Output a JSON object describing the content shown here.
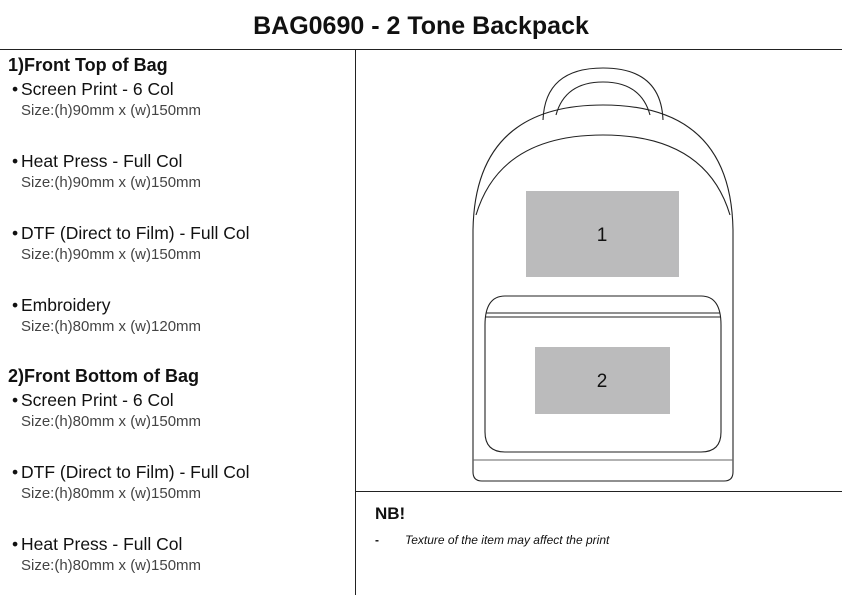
{
  "title": "BAG0690 - 2 Tone Backpack",
  "sections": [
    {
      "heading": "1)Front Top of Bag",
      "items": [
        {
          "method": "Screen Print - 6 Col",
          "size": "Size:(h)90mm x (w)150mm"
        },
        {
          "method": "Heat Press - Full Col",
          "size": "Size:(h)90mm x (w)150mm"
        },
        {
          "method": "DTF (Direct to Film) - Full Col",
          "size": "Size:(h)90mm x (w)150mm"
        },
        {
          "method": "Embroidery",
          "size": "Size:(h)80mm x (w)120mm"
        }
      ]
    },
    {
      "heading": "2)Front Bottom of Bag",
      "items": [
        {
          "method": "Screen Print - 6 Col",
          "size": "Size:(h)80mm x (w)150mm"
        },
        {
          "method": "DTF (Direct to Film) - Full Col",
          "size": "Size:(h)80mm x (w)150mm"
        },
        {
          "method": "Heat Press - Full Col",
          "size": "Size:(h)80mm x (w)150mm"
        }
      ]
    }
  ],
  "diagram": {
    "area1_label": "1",
    "area2_label": "2",
    "area_color": "#bbbbbc"
  },
  "nb": {
    "heading": "NB!",
    "dash": "-",
    "note": "Texture of the item may affect the print"
  }
}
